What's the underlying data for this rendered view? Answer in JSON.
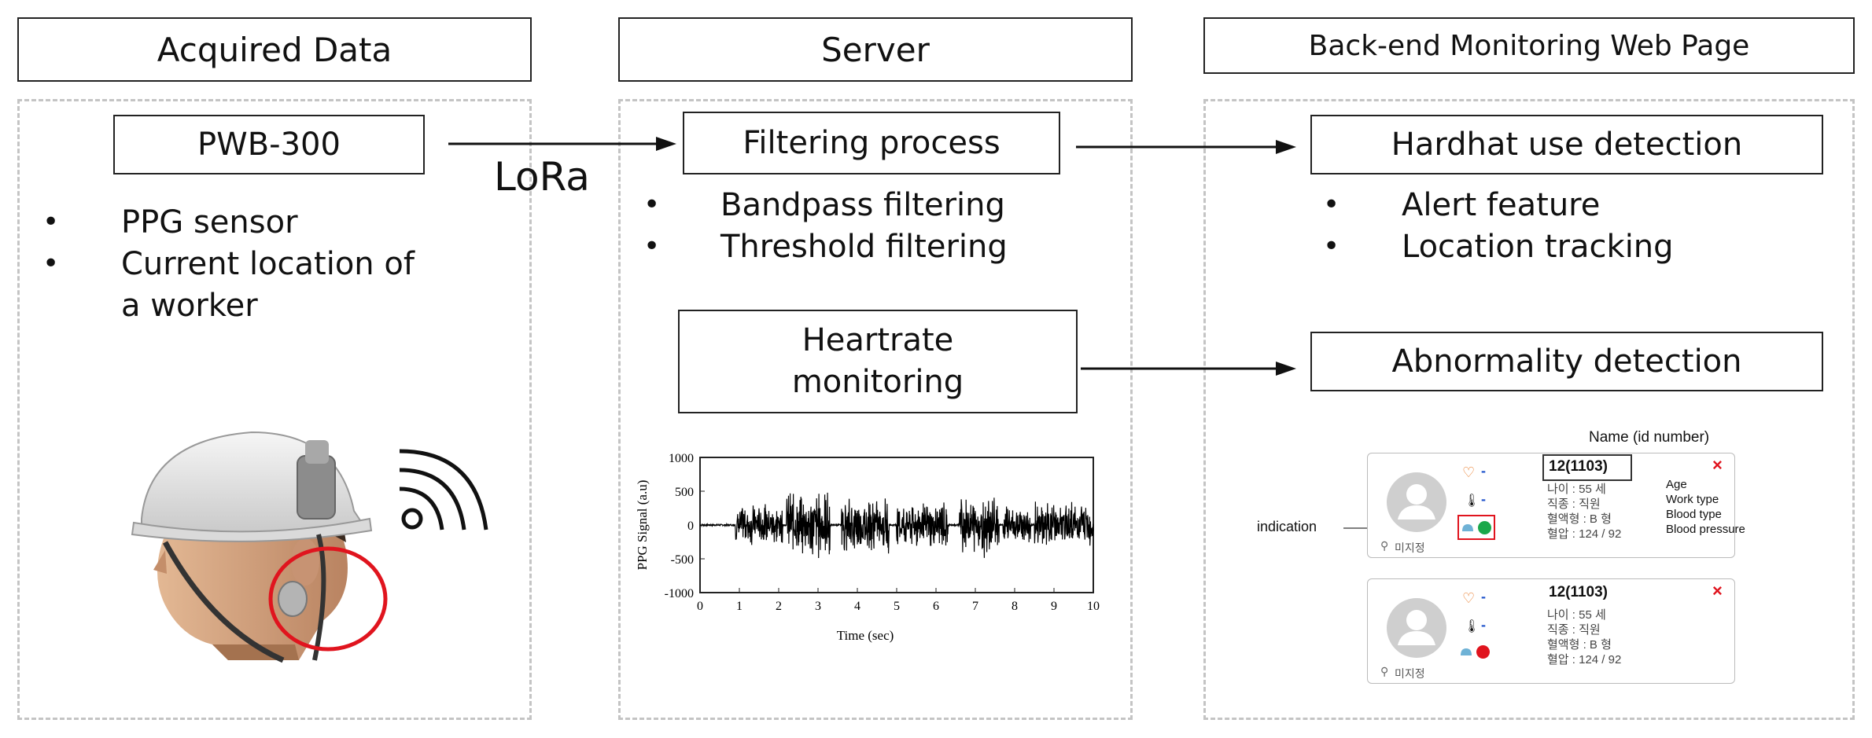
{
  "columns": {
    "acquired": {
      "header": "Acquired Data",
      "device": "PWB-300",
      "bullets": [
        "PPG sensor",
        "Current location of",
        "a worker"
      ]
    },
    "server": {
      "header": "Server",
      "filtering": "Filtering process",
      "bullets": [
        "Bandpass filtering",
        "Threshold filtering"
      ],
      "heartrate": [
        "Heartrate",
        "monitoring"
      ]
    },
    "backend": {
      "header": "Back-end Monitoring Web Page",
      "hardhat": "Hardhat use detection",
      "bullets": [
        "Alert feature",
        "Location tracking"
      ],
      "abnormality": "Abnormality detection"
    }
  },
  "link_label": "LoRa",
  "ppg_chart": {
    "ylabel": "PPG Signal (a.u)",
    "xlabel": "Time (sec)",
    "y_ticks": [
      "1000",
      "500",
      "0",
      "-500",
      "-1000"
    ],
    "x_ticks": [
      "0",
      "1",
      "2",
      "3",
      "4",
      "5",
      "6",
      "7",
      "8",
      "9",
      "10"
    ]
  },
  "chart_data": {
    "type": "line",
    "xlabel": "Time (sec)",
    "ylabel": "PPG Signal (a.u)",
    "xlim": [
      0,
      10
    ],
    "ylim": [
      -1000,
      1000
    ],
    "bursts": [
      {
        "start": 0.9,
        "end": 2.1,
        "amp": 350
      },
      {
        "start": 2.2,
        "end": 3.3,
        "amp": 550
      },
      {
        "start": 3.6,
        "end": 4.8,
        "amp": 450
      },
      {
        "start": 5.0,
        "end": 6.3,
        "amp": 400
      },
      {
        "start": 6.6,
        "end": 7.6,
        "amp": 500
      },
      {
        "start": 7.7,
        "end": 8.4,
        "amp": 300
      },
      {
        "start": 8.5,
        "end": 10.0,
        "amp": 380
      }
    ]
  },
  "web_page": {
    "name_callout": "Name (id number)",
    "indication_callout": "indication",
    "legend": [
      "Age",
      "Work type",
      "Blood type",
      "Blood pressure"
    ],
    "cards": [
      {
        "id": "12(1103)",
        "age": "나이 : 55 세",
        "work": "직종 : 직원",
        "blood": "혈액형 : B 형",
        "pressure": "혈압 : 124 / 92",
        "location": "미지정",
        "dash1": "-",
        "dash2": "-",
        "status_color": "#1aa84a"
      },
      {
        "id": "12(1103)",
        "age": "나이 : 55 세",
        "work": "직종 : 직원",
        "blood": "혈액형 : B 형",
        "pressure": "혈압 : 124 / 92",
        "location": "미지정",
        "dash1": "-",
        "dash2": "-",
        "status_color": "#e0141e"
      }
    ],
    "close_glyph": "×"
  },
  "colors": {
    "accent_red": "#e0141e",
    "heart_orange": "#e87722",
    "dash_blue": "#2255cc",
    "hat_blue": "#6fb2d6"
  }
}
